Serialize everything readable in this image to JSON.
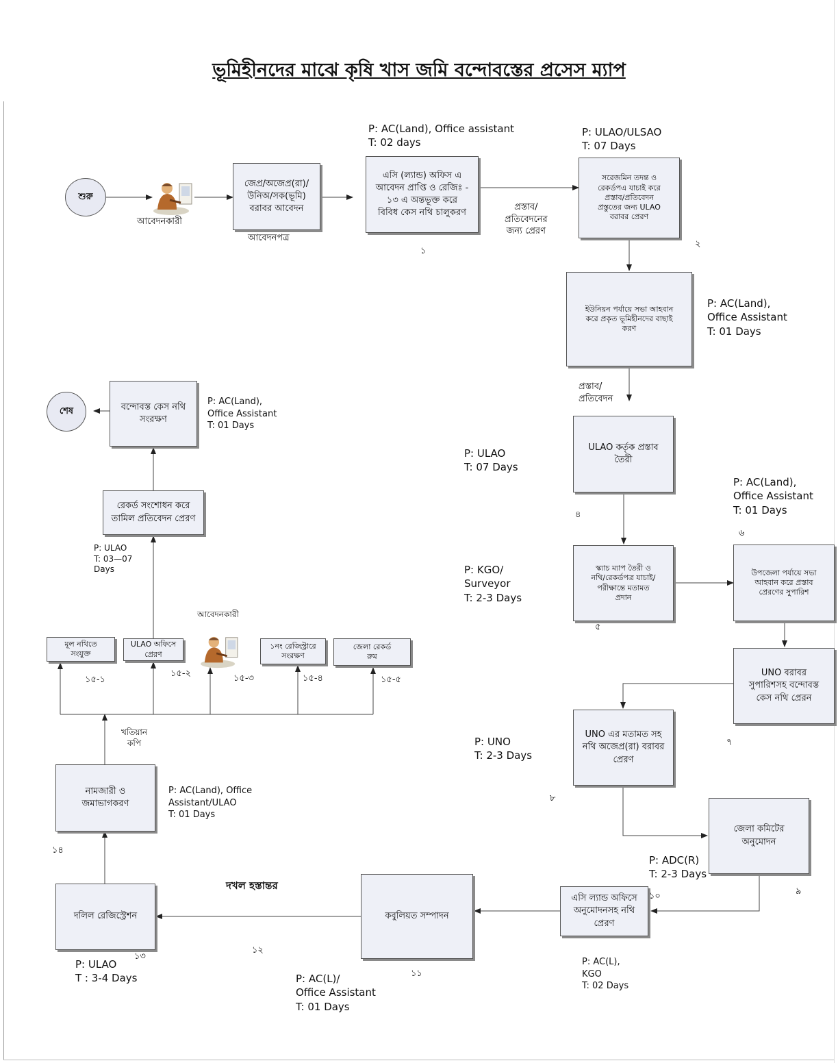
{
  "title": "ভূমিহীনদের মাঝে কৃষি খাস জমি বন্দোবস্তের প্রসেস ম্যাপ",
  "terminals": {
    "start": "শুরু",
    "end": "শেষ"
  },
  "applicant_label": "আবেদনকারী",
  "applicant_label_2": "আবেদনকারী",
  "steps": {
    "apply": "জেপ্র/অজেপ্র(রা)/\nউনিঅ/সক(ভূমি)\nবরাবর আবেদন",
    "s1": "এসি (ল্যান্ড) অফিস এ\nআবেদন প্রাপ্তি ও রেজিঃ -\n১৩ এ অন্তভূক্ত করে\nবিবিধ কেস নথি চালুকরণ",
    "s2": "সরেজমিন তদন্ত ও\nরেকর্ডপএ যাচাই করে\nপ্রস্তাব/প্রতিবেদন\nপ্রস্তুতের জন্য ULAO\nবরাবর প্রেরণ",
    "s3": "ইউনিয়ন পর্যায়ে সভা আহবান\nকরে প্রকৃত ভূমিহীনদের বাছাই\nকরণ",
    "s4": "ULAO কর্তৃক প্রস্তাব\nতৈরী",
    "s5": "স্ক্যাচ ম্যাপ তৈরী ও\nনথি/রেকর্ডপত্র যাচাই/\nপরীক্ষান্তে মতামত\nপ্রদান",
    "s6": "উপজেলা পর্যায়ে সভা\nআহবান করে প্রস্তাব\nপ্রেরণের সুপারিশ",
    "s7": "UNO বরাবর\nসুপারিশসহ বন্দোবস্ত\nকেস নথি প্রেরন",
    "s8": "UNO এর মতামত সহ\nনথি অজেপ্র(রা) বরাবর\nপ্রেরণ",
    "s9": "জেলা কমিটের\nঅনুমোদন",
    "s10": "এসি ল্যান্ড অফিসে\nঅনুমোদনসহ নথি\nপ্রেরণ",
    "s11": "কবুলিয়ত সম্পাদন",
    "s13": "দলিল রেজিস্ট্রেশন",
    "s14": "নামজারী ও\nজমাভাগকরণ",
    "s15_1": "মূল নথিতে\nসংযুক্ত",
    "s15_2": "ULAO অফিসে\nপ্রেরণ",
    "s15_4": "১নং রেজিস্ট্রারে\nসংরক্ষণ",
    "s15_5": "জেলা রেকর্ড\nরুম",
    "record": "রেকর্ড সংশোধন করে\nতামিল প্রতিবেদন প্রেরণ",
    "preserve": "বন্দোবস্ত কেস নথি\nসংরক্ষণ"
  },
  "edge_labels": {
    "application_letter": "আবেদনপত্র",
    "proposal_send": "প্রস্তাব/\nপ্রতিবেদনের\nজন্য প্রেরণ",
    "proposal_report": "প্রস্তাব/\nপ্রতিবেদন",
    "khatian_copy": "খতিয়ান\nকপি",
    "possession": "দখল হস্তান্তর"
  },
  "numbers": {
    "n1": "১",
    "n2": "২",
    "n4": "৪",
    "n5": "৫",
    "n6": "৬",
    "n7": "৭",
    "n8": "৮",
    "n9": "৯",
    "n10": "১০",
    "n11": "১১",
    "n12": "১২",
    "n13": "১৩",
    "n14": "১৪",
    "n15_1": "১৫-১",
    "n15_2": "১৫-২",
    "n15_3": "১৫-৩",
    "n15_4": "১৫-৪",
    "n15_5": "১৫-৫"
  },
  "pt": {
    "s1": "P: AC(Land), Office assistant\nT: 02 days",
    "s2": "P: ULAO/ULSAO\nT: 07 Days",
    "s3": "P:  AC(Land),\n   Office Assistant\nT:  01 Days",
    "s4": "P: ULAO\nT: 07 Days",
    "s5": "P: KGO/\n    Surveyor\nT: 2-3 Days",
    "s6": "P:  AC(Land),\n    Office Assistant\nT:  01 Days",
    "s8": "P: UNO\nT: 2-3 Days",
    "s9": "P: ADC(R)\nT: 2-3 Days",
    "s10": "P: AC(L),\n KGO\nT: 02 Days",
    "s11": "P: AC(L)/\nOffice Assistant\nT: 01 Days",
    "s13": "P: ULAO\nT : 3-4 Days",
    "s14": "P: AC(Land), Office\nAssistant/ULAO\nT: 01 Days",
    "record": "P: ULAO\nT: 03—07\nDays",
    "preserve": "P:  AC(Land),\n   Office Assistant\nT:  01 Days"
  }
}
